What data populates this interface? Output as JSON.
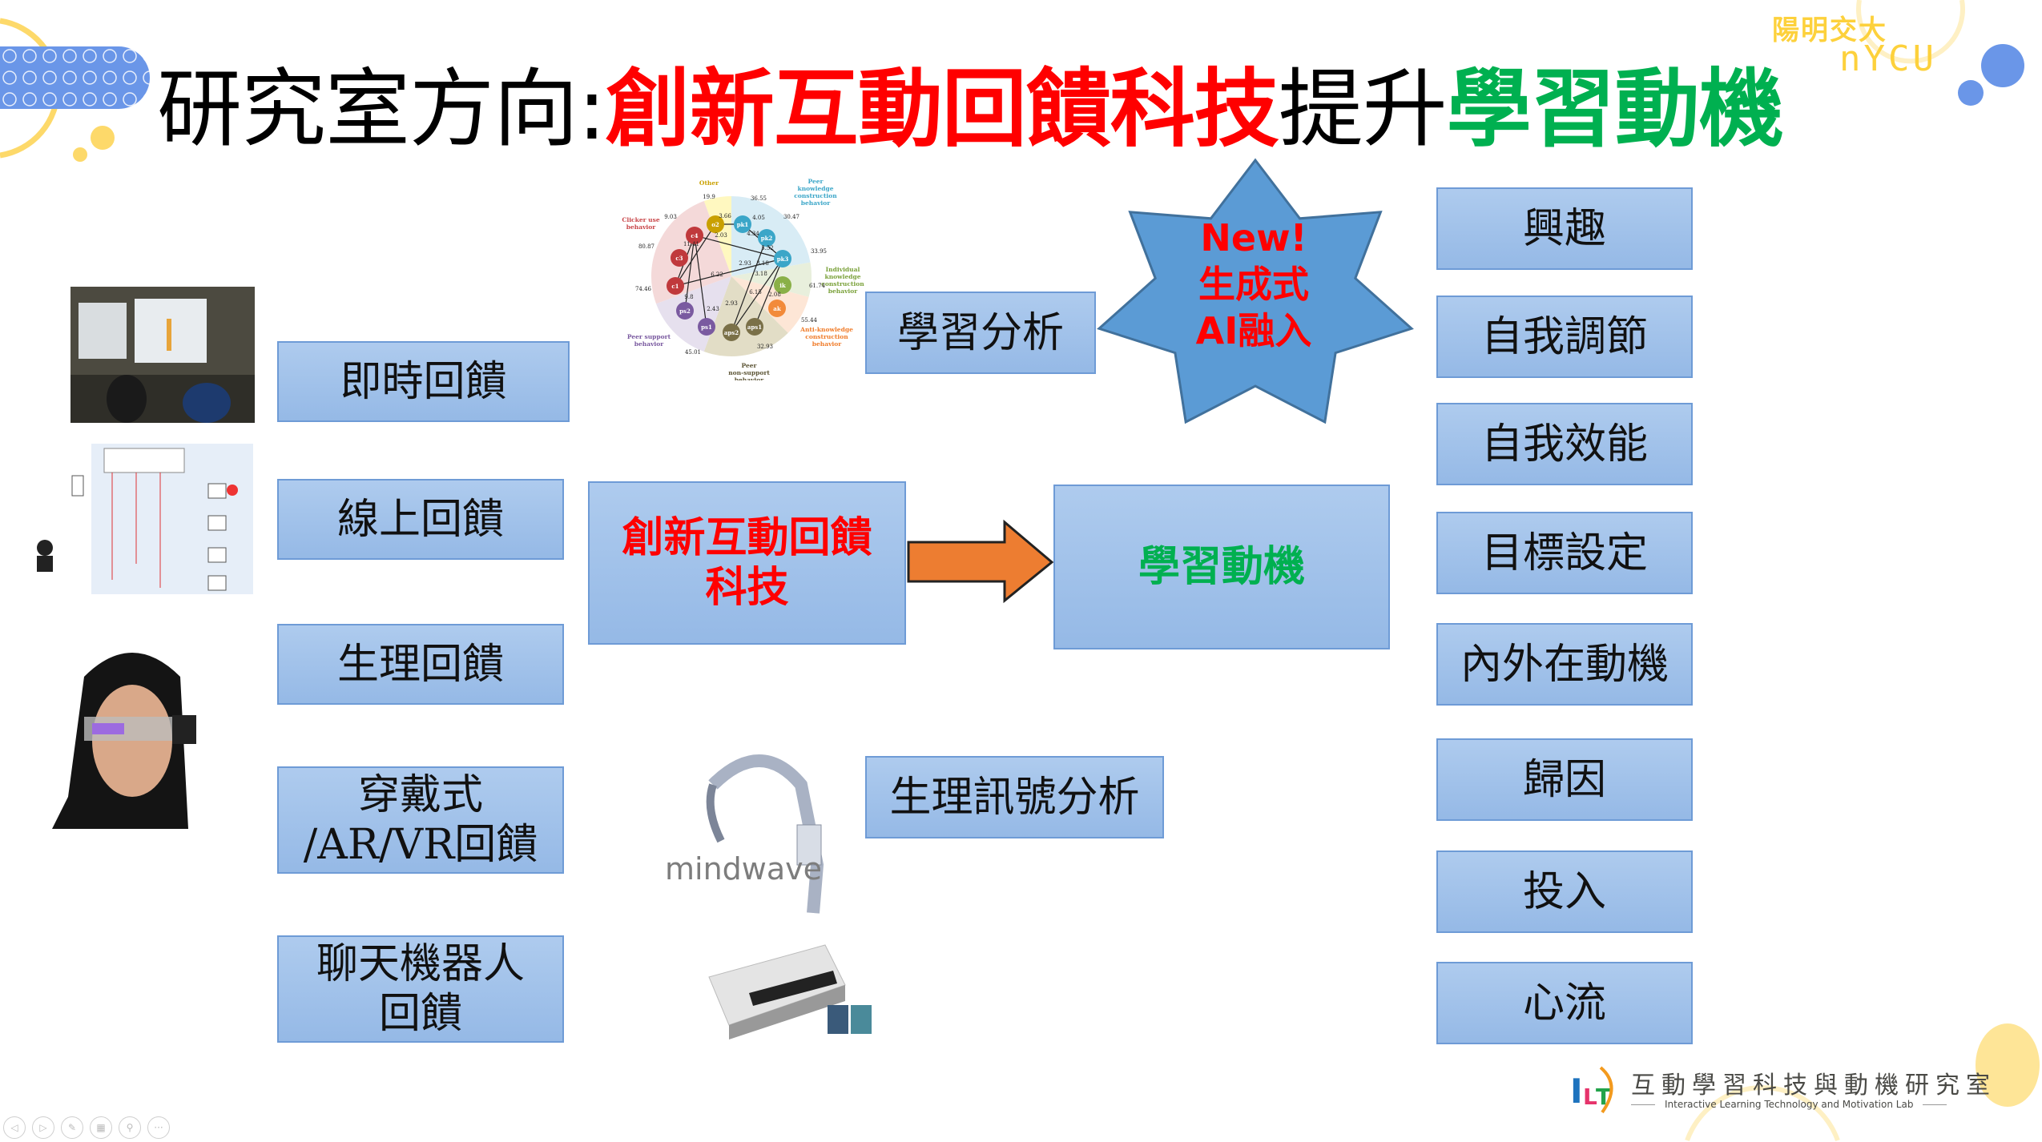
{
  "title": {
    "part1": "研究室方向:",
    "part2": "創新互動回饋科技",
    "part3": "提升",
    "part4": "學習動機"
  },
  "colors": {
    "red": "#ff0000",
    "green": "#00b050",
    "box_blue": "#9dbfe8",
    "star_blue": "#5b9bd5",
    "arrow_orange": "#ed7d31",
    "yellow": "#fdd13c",
    "deco_blue": "#6a96e8"
  },
  "feedback_boxes": [
    {
      "label": "即時回饋"
    },
    {
      "label": "線上回饋"
    },
    {
      "label": "生理回饋"
    },
    {
      "label_line1": "穿戴式",
      "label_line2": "/AR/VR回饋"
    },
    {
      "label_line1": "聊天機器人",
      "label_line2": "回饋"
    }
  ],
  "center": {
    "tech_line1": "創新互動回饋",
    "tech_line2": "科技",
    "motivation": "學習動機"
  },
  "analysis": {
    "learning": "學習分析",
    "physio": "生理訊號分析"
  },
  "star": {
    "line1": "New!",
    "line2": "生成式",
    "line3": "AI融入"
  },
  "outcomes": [
    "興趣",
    "自我調節",
    "自我效能",
    "目標設定",
    "內外在動機",
    "歸因",
    "投入",
    "心流"
  ],
  "mindwave_label": "mindwave",
  "network_diagram": {
    "sectors": [
      {
        "label": "Other",
        "color": "#fff8c0",
        "text": "#c9a000"
      },
      {
        "label": "Peer knowledge construction behavior",
        "color": "#d8ecf5",
        "text": "#3ba6c8"
      },
      {
        "label": "Individual knowledge construction behavior",
        "color": "#e8efdc",
        "text": "#7aa13a"
      },
      {
        "label": "Anti-knowledge construction behavior",
        "color": "#fde6d6",
        "text": "#f07c2a"
      },
      {
        "label": "Peer non-support behavior",
        "color": "#e2ddc6",
        "text": "#5c5435"
      },
      {
        "label": "Peer support behavior",
        "color": "#e6e0ee",
        "text": "#7a5aa0"
      },
      {
        "label": "Clicker use behavior",
        "color": "#f4d9d9",
        "text": "#c9474a"
      }
    ],
    "nodes": [
      "o2",
      "pk1",
      "pk2",
      "pk3",
      "c4",
      "c3",
      "c1",
      "ps2",
      "ps1",
      "ik",
      "ak",
      "aps1",
      "aps2"
    ],
    "values": [
      "19.9",
      "36.55",
      "30.47",
      "33.95",
      "9.03",
      "80.87",
      "11.41",
      "74.46",
      "61.74",
      "55.44",
      "32.93",
      "45.01",
      "3.66",
      "2.03",
      "4.05",
      "4.34",
      "5.52",
      "3.18",
      "2.93",
      "3.18",
      "6.22",
      "6.15",
      "2.08",
      "9.8",
      "2.43",
      "2.93"
    ]
  },
  "logo": {
    "cn": "互動學習科技與動機研究室",
    "en": "Interactive Learning Technology and Motivation Lab",
    "nycu_cn": "陽明交大",
    "nycu_en": "nYCU"
  },
  "toolbar": [
    {
      "name": "previous-slide-button",
      "glyph": "◁"
    },
    {
      "name": "next-slide-button",
      "glyph": "▷"
    },
    {
      "name": "pen-button",
      "glyph": "✎"
    },
    {
      "name": "slides-grid-button",
      "glyph": "▦"
    },
    {
      "name": "zoom-button",
      "glyph": "⚲"
    },
    {
      "name": "more-options-button",
      "glyph": "···"
    }
  ]
}
